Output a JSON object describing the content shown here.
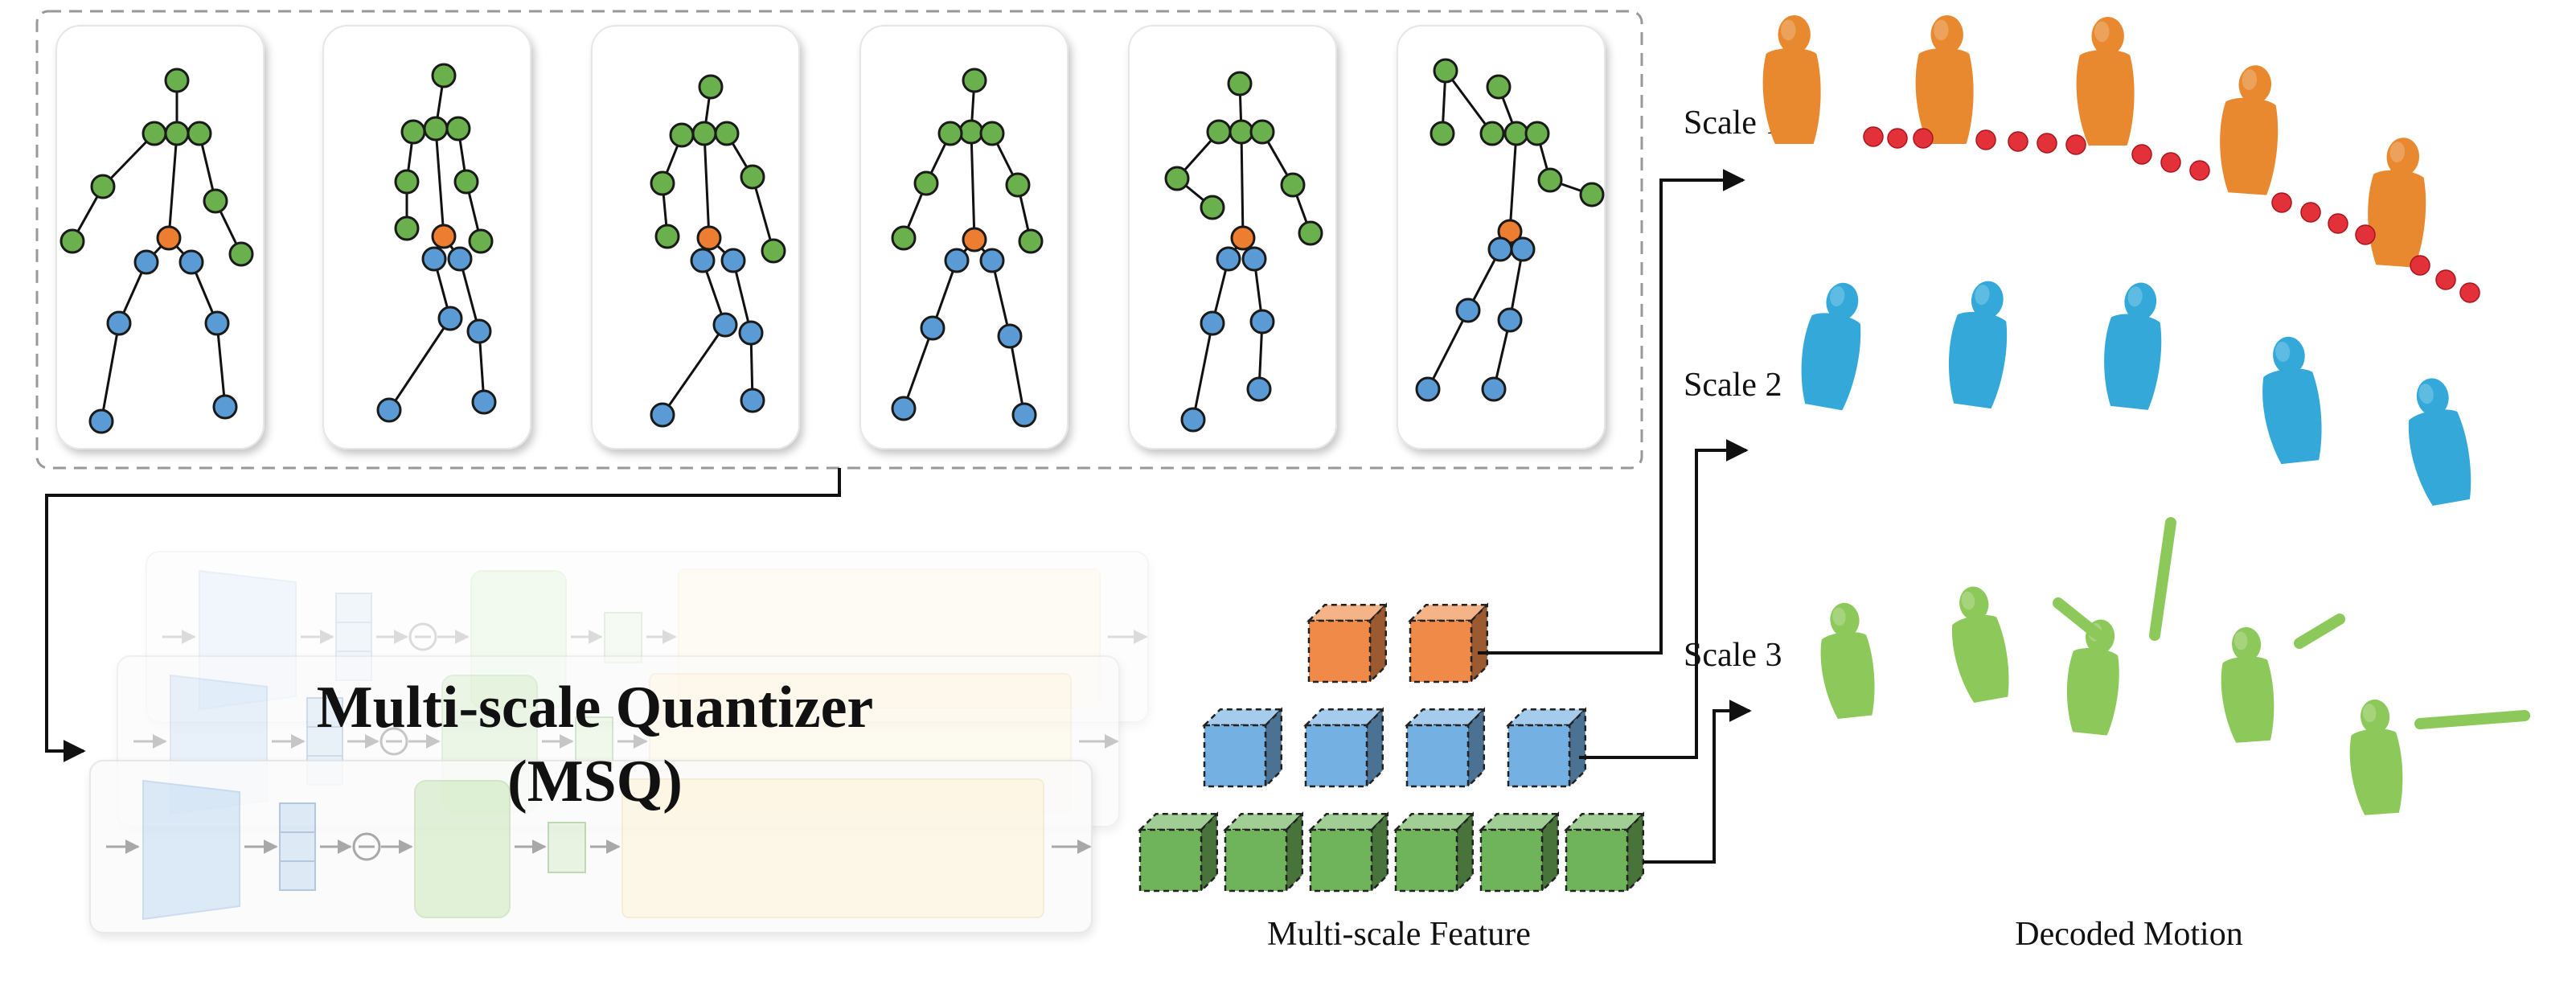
{
  "figure": {
    "quantizer": {
      "title_line1": "Multi-scale Quantizer",
      "title_line2": "(MSQ)"
    },
    "scale_labels": [
      "Scale 1",
      "Scale 2",
      "Scale 3"
    ],
    "feature_caption": "Multi-scale Feature",
    "motion_caption": "Decoded Motion",
    "colors": {
      "joint_green": "#6ab04c",
      "joint_blue": "#5b9bd5",
      "joint_orange": "#ed7d31",
      "scale1_orange": "#e8892f",
      "scale2_blue": "#34a9d9",
      "scale3_green": "#8cc85a",
      "trajectory_red": "#e3313a",
      "cube_orange": "#ef8a48",
      "cube_blue": "#75b0e2",
      "cube_green": "#6fb35a"
    },
    "feature_cubes_per_scale": [
      2,
      4,
      6
    ]
  }
}
